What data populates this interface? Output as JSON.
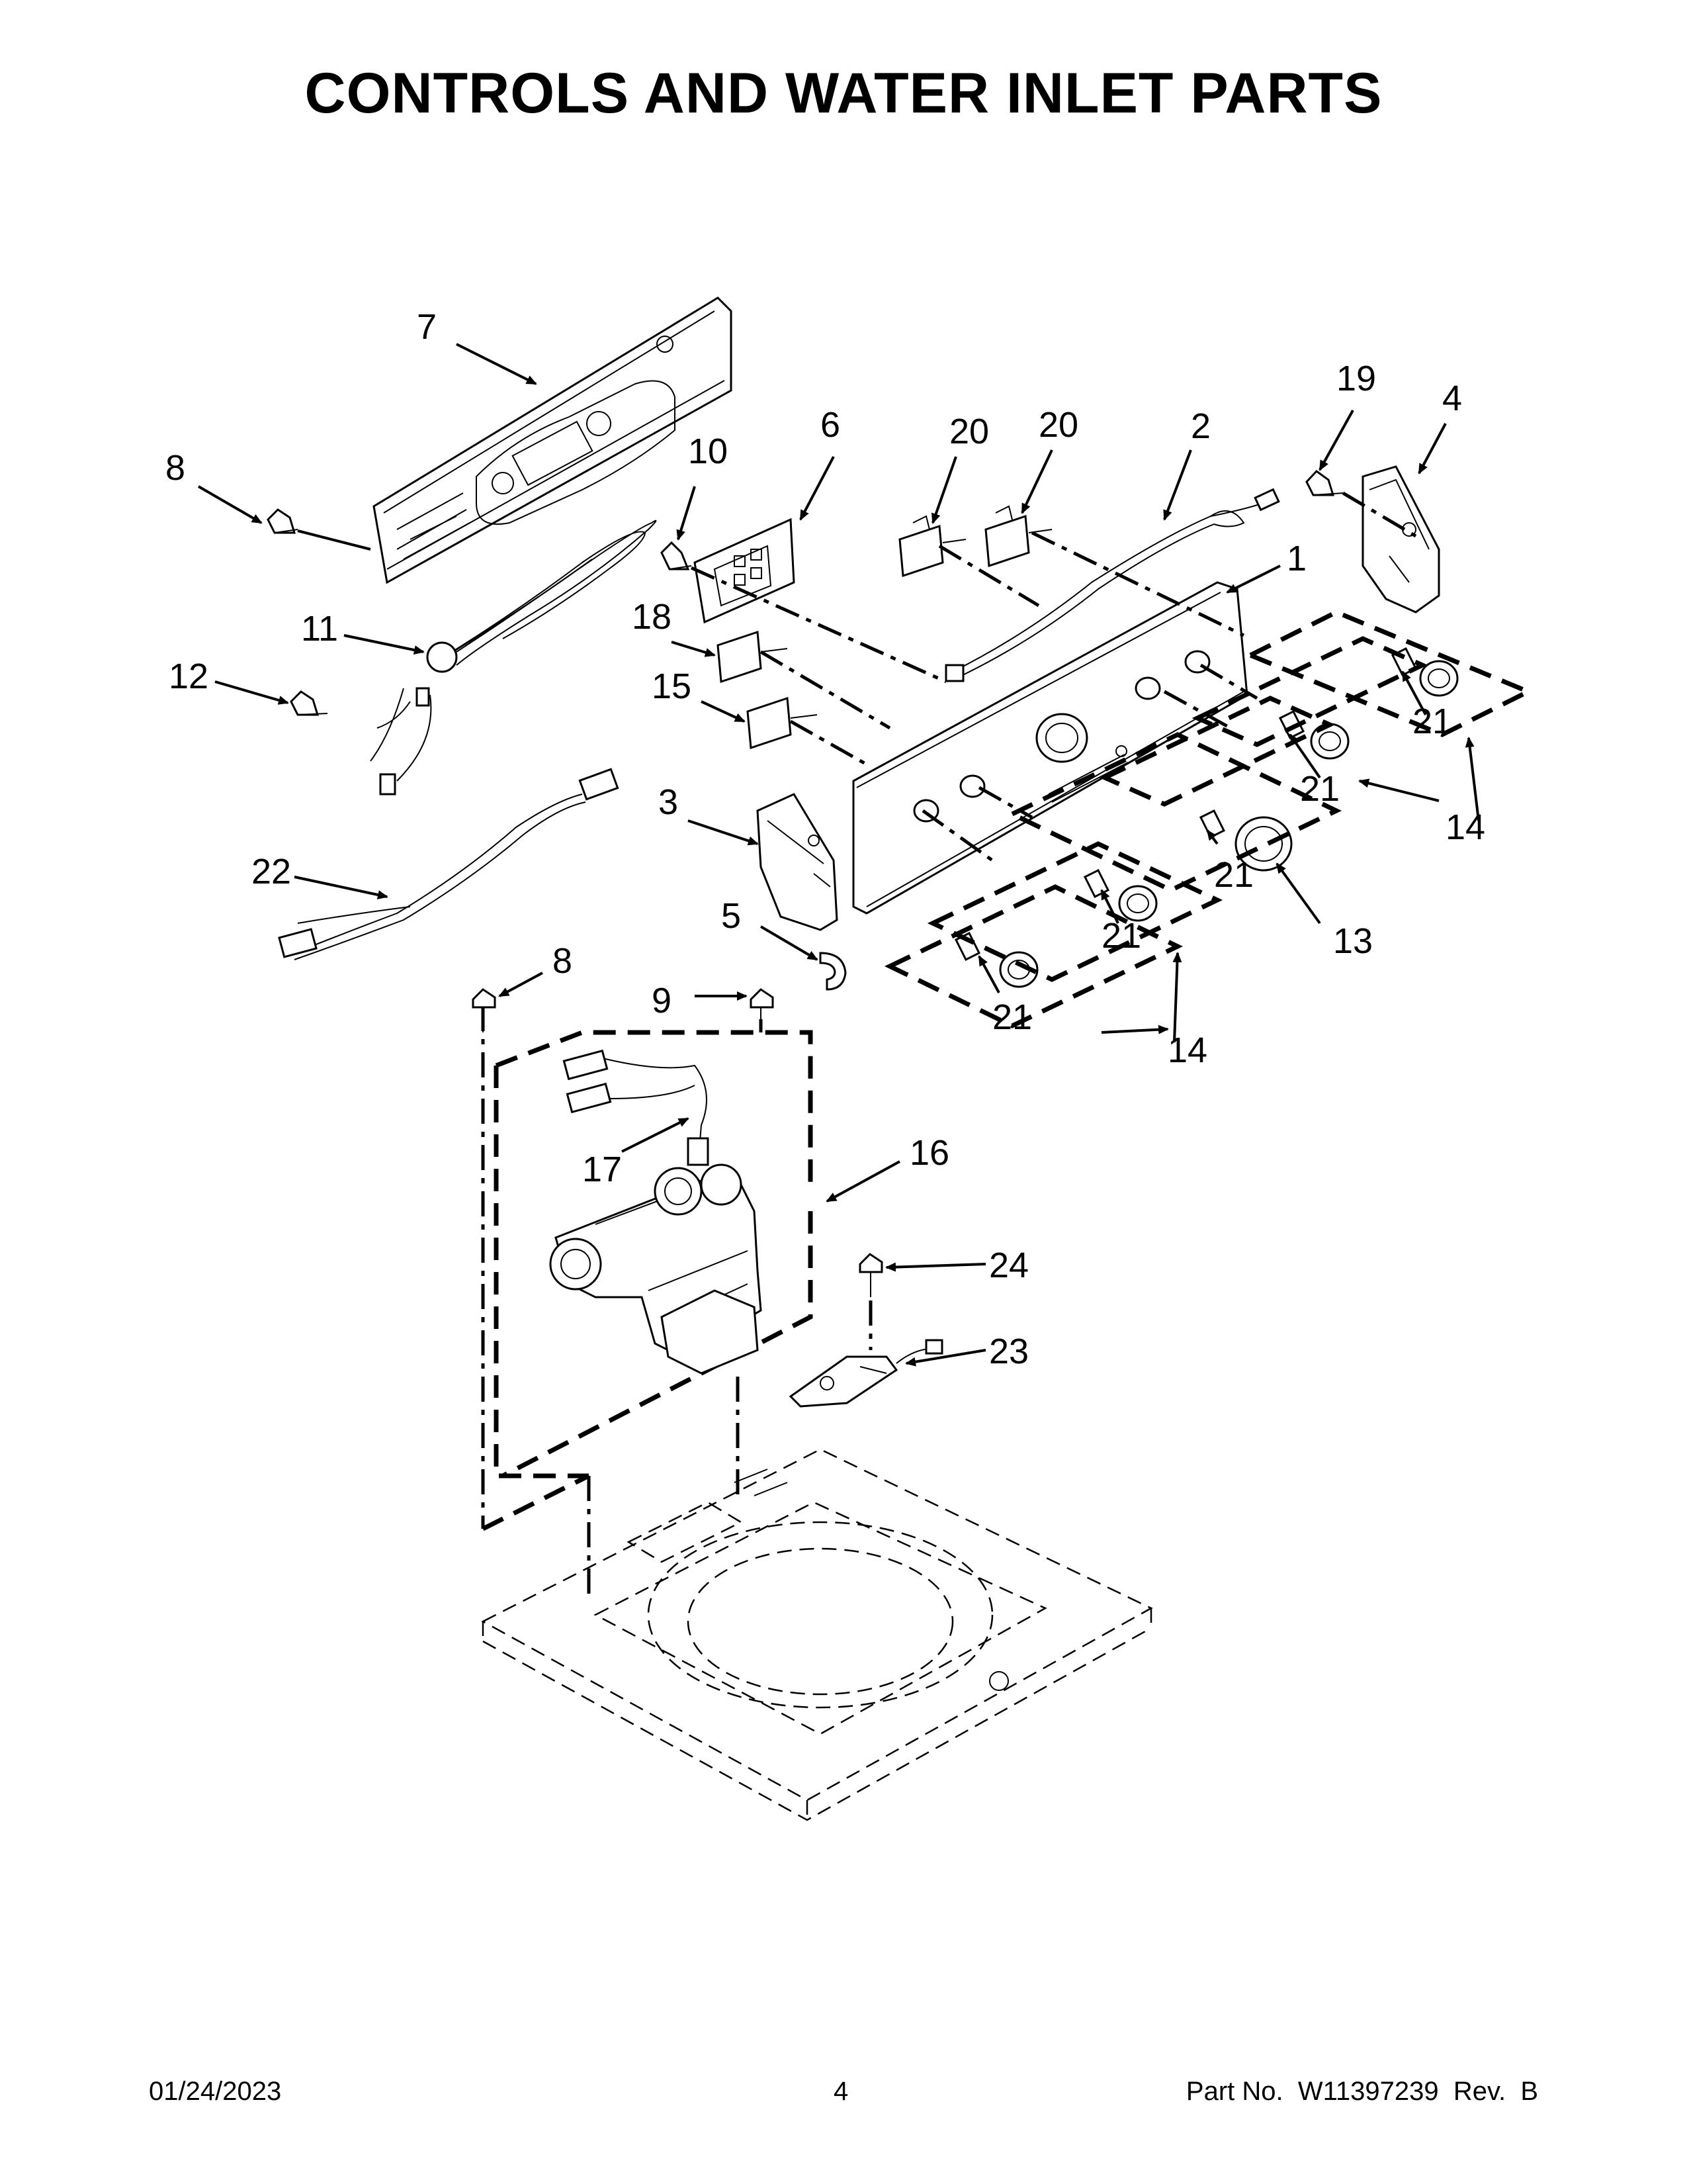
{
  "title": "CONTROLS AND WATER INLET PARTS",
  "footer": {
    "date": "01/24/2023",
    "page_number": "4",
    "part_number": "Part No.  W11397239  Rev.  B"
  },
  "callouts": [
    {
      "id": "c7",
      "label": "7"
    },
    {
      "id": "c8a",
      "label": "8"
    },
    {
      "id": "c10",
      "label": "10"
    },
    {
      "id": "c6",
      "label": "6"
    },
    {
      "id": "c20a",
      "label": "20"
    },
    {
      "id": "c20b",
      "label": "20"
    },
    {
      "id": "c2",
      "label": "2"
    },
    {
      "id": "c19",
      "label": "19"
    },
    {
      "id": "c4",
      "label": "4"
    },
    {
      "id": "c1",
      "label": "1"
    },
    {
      "id": "c11",
      "label": "11"
    },
    {
      "id": "c18",
      "label": "18"
    },
    {
      "id": "c12",
      "label": "12"
    },
    {
      "id": "c15",
      "label": "15"
    },
    {
      "id": "c21a",
      "label": "21"
    },
    {
      "id": "c21b",
      "label": "21"
    },
    {
      "id": "c14a",
      "label": "14"
    },
    {
      "id": "c3",
      "label": "3"
    },
    {
      "id": "c22",
      "label": "22"
    },
    {
      "id": "c21c",
      "label": "21"
    },
    {
      "id": "c5",
      "label": "5"
    },
    {
      "id": "c21d",
      "label": "21"
    },
    {
      "id": "c13",
      "label": "13"
    },
    {
      "id": "c8b",
      "label": "8"
    },
    {
      "id": "c9",
      "label": "9"
    },
    {
      "id": "c21e",
      "label": "21"
    },
    {
      "id": "c14b",
      "label": "14"
    },
    {
      "id": "c16",
      "label": "16"
    },
    {
      "id": "c17",
      "label": "17"
    },
    {
      "id": "c24",
      "label": "24"
    },
    {
      "id": "c23",
      "label": "23"
    }
  ]
}
